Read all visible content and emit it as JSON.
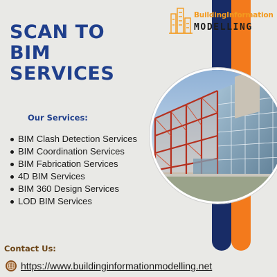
{
  "logo": {
    "text_top": "BuildingInformation",
    "text_bottom": "MODELLING",
    "icon": "building-logo-icon",
    "color_top": "#f39a1e",
    "color_bottom": "#1c1c1c"
  },
  "headline": {
    "lines": [
      "SCAN TO",
      "BIM",
      "SERVICES"
    ],
    "color": "#1f3f8c"
  },
  "services": {
    "heading": "Our Services:",
    "items": [
      "BIM Clash Detection Services",
      "BIM Coordination Services",
      "BIM Fabrication Services",
      "4D BIM Services",
      "BIM 360 Design Services",
      "LOD BIM Services"
    ]
  },
  "contact": {
    "label": "Contact Us:",
    "icon": "globe-icon",
    "url": "https://www.buildinginformationmodelling.net"
  },
  "colors": {
    "background": "#e9e9e6",
    "navy": "#182c66",
    "orange": "#f37a1c",
    "brown": "#6b4416"
  }
}
